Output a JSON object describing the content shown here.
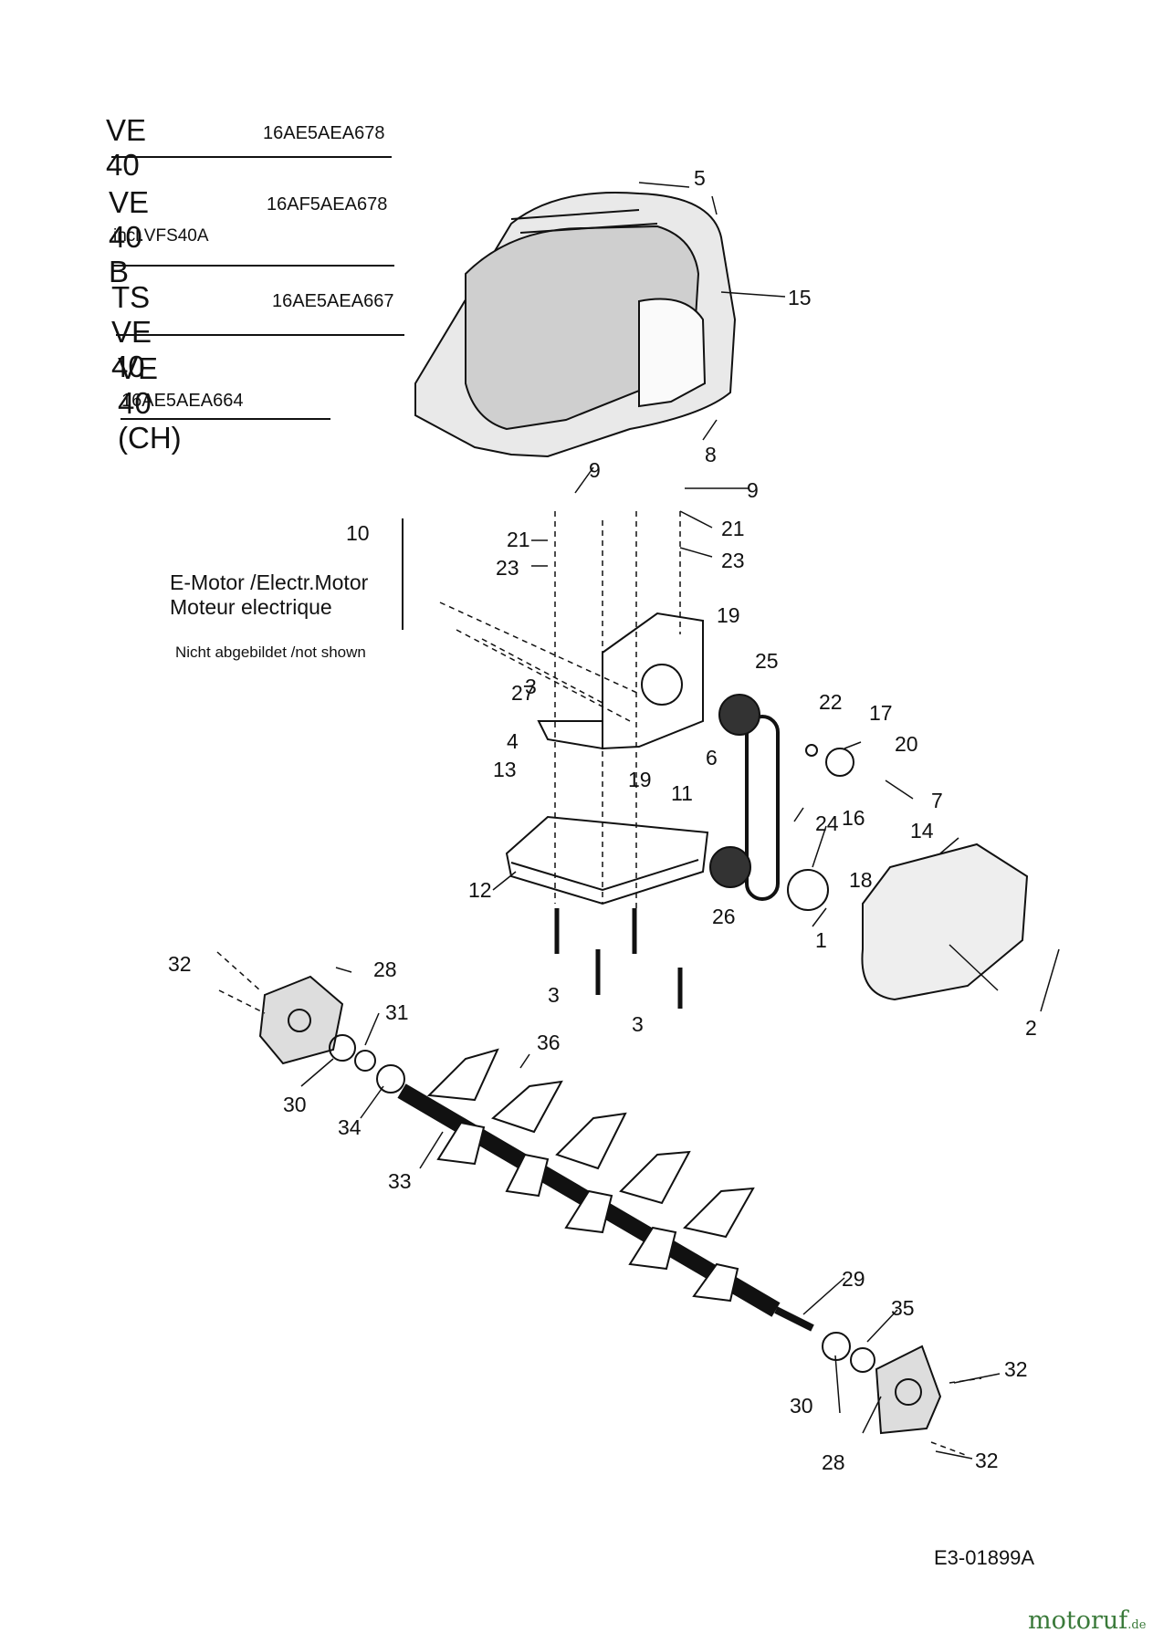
{
  "models": [
    {
      "name": "VE 40",
      "code": "16AE5AEA678",
      "note": ""
    },
    {
      "name": "VE 40 B",
      "code": "16AF5AEA678",
      "note": "incl.VFS40A"
    },
    {
      "name": "TS VE 40",
      "code": "16AE5AEA667",
      "note": ""
    },
    {
      "name": "VE 40 (CH)",
      "code": "16AE5AEA664",
      "note": ""
    }
  ],
  "motor": {
    "number": "10",
    "line1": "E-Motor /Electr.Motor",
    "line2": "Moteur electrique",
    "not_shown": "Nicht abgebildet /not shown"
  },
  "callouts": [
    "1",
    "2",
    "3",
    "3",
    "3",
    "4",
    "5",
    "6",
    "7",
    "8",
    "9",
    "9",
    "11",
    "12",
    "13",
    "14",
    "15",
    "16",
    "17",
    "18",
    "19",
    "19",
    "20",
    "21",
    "21",
    "22",
    "23",
    "23",
    "24",
    "25",
    "26",
    "27",
    "28",
    "28",
    "29",
    "30",
    "30",
    "31",
    "32",
    "32",
    "32",
    "33",
    "34",
    "35",
    "36"
  ],
  "drawing_code": "E3-01899A",
  "brand": {
    "name": "motoruf",
    "tld": "de"
  },
  "colors": {
    "line": "#111111",
    "brand": "#3a7a3a",
    "accent": "#cc3333"
  }
}
